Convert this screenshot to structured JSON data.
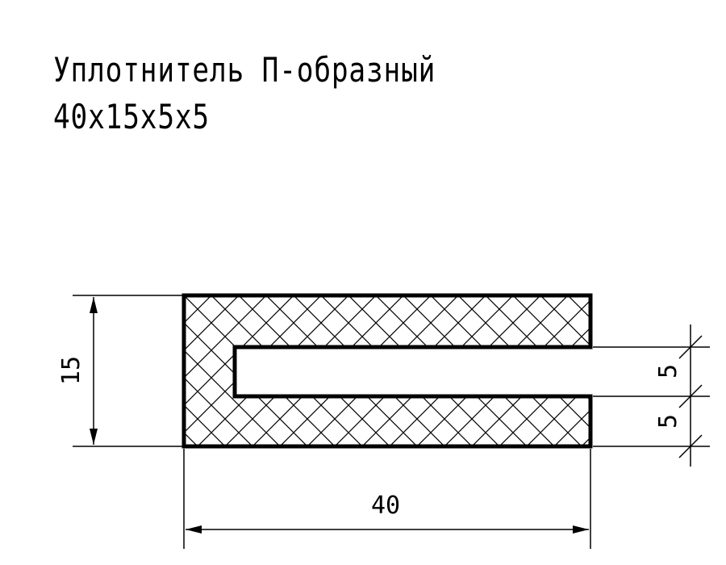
{
  "title": {
    "line1": "Уплотнитель П-образный",
    "line2": "40x15x5x5"
  },
  "dimensions": {
    "height": "15",
    "width": "40",
    "slot_height": "5",
    "bottom_thickness": "5"
  },
  "colors": {
    "line": "#000000",
    "background": "#ffffff"
  }
}
